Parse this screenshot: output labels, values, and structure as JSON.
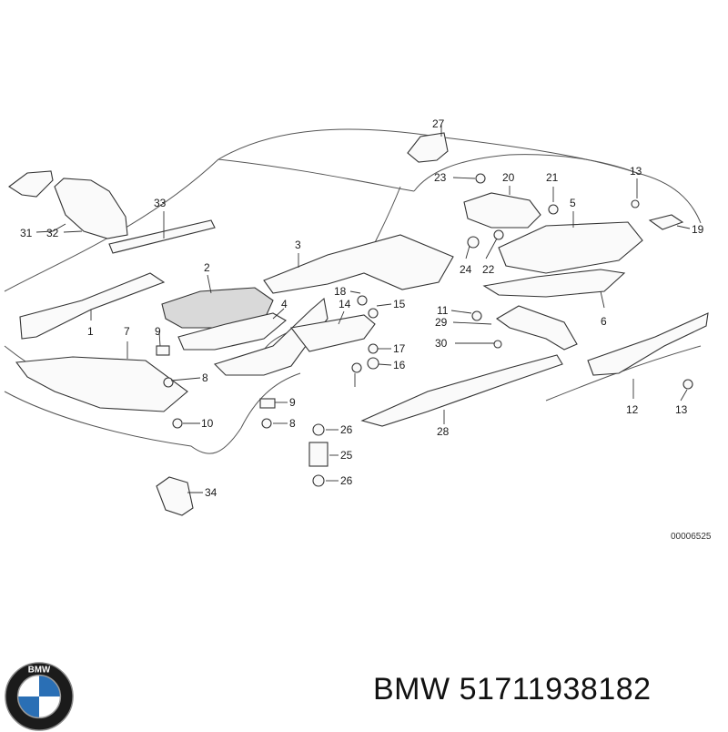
{
  "diagram": {
    "callouts": [
      "27",
      "23",
      "20",
      "21",
      "13",
      "31",
      "32",
      "33",
      "3",
      "5",
      "19",
      "2",
      "18",
      "15",
      "24",
      "22",
      "1",
      "7",
      "9",
      "4",
      "14",
      "11",
      "29",
      "6",
      "30",
      "17",
      "8",
      "16",
      "12",
      "13",
      "9",
      "26",
      "8",
      "10",
      "28",
      "25",
      "26",
      "34"
    ],
    "reference_code": "00006525"
  },
  "brand": {
    "logo_text": "BMW",
    "name": "BMW",
    "part_number": "51711938182",
    "logo_colors": {
      "ring": "#1b1b1b",
      "blue": "#2a6fb5",
      "white": "#ffffff"
    }
  }
}
